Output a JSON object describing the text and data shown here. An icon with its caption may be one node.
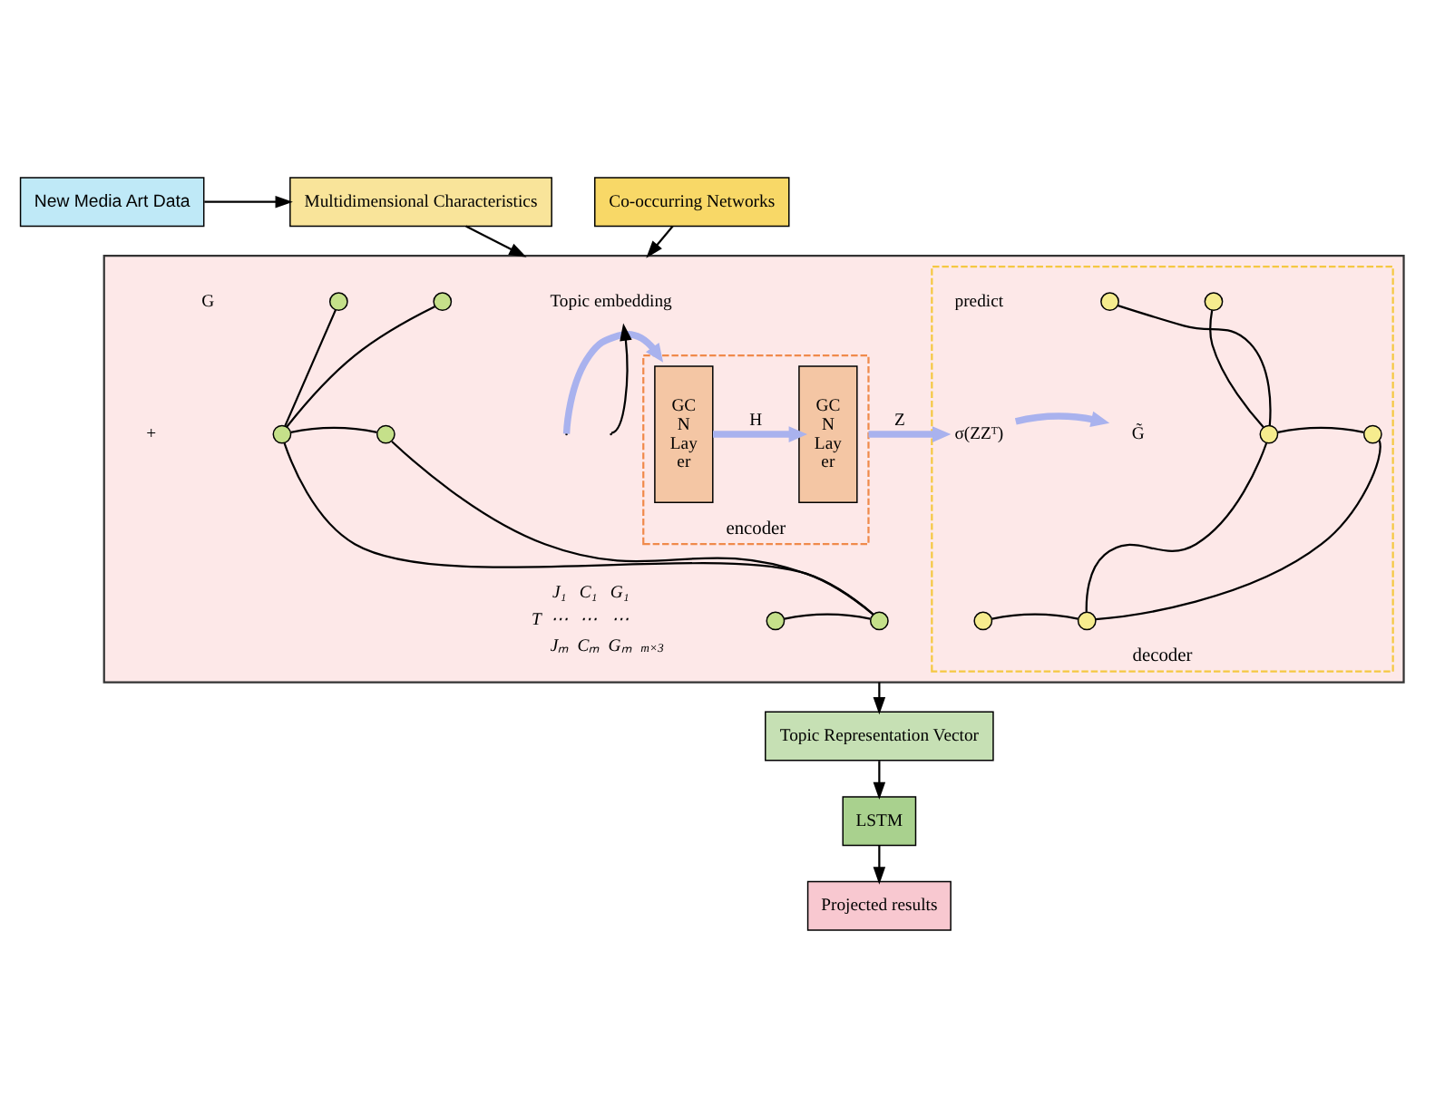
{
  "diagram": {
    "nodes": [
      {
        "text": [
          "New Media Art Data"
        ]
      },
      {
        "text": [
          "Multidimensional Characteristics"
        ]
      },
      {
        "text": [
          "Co-occurring Networks"
        ]
      },
      {
        "text": [],
        "shape": "box"
      },
      {
        "text": [],
        "shape": "circle",
        "in": 3
      },
      {
        "text": [],
        "shape": "circle",
        "in": 3
      },
      {
        "text": [],
        "shape": "circle",
        "in": 3
      },
      {
        "text": [],
        "shape": "circle",
        "in": 3
      },
      {
        "text": [],
        "shape": "circle",
        "in": 3
      },
      {
        "text": [],
        "shape": "circle",
        "in": 3
      },
      {
        "text": [
          "Topic embedding"
        ],
        "in": 3
      },
      {
        "text": [
          "encoder"
        ],
        "in": 3
      },
      {
        "text": [
          "GC N Lay er"
        ],
        "in": 11
      },
      {
        "text": [
          "GC N Lay er"
        ],
        "in": 11
      },
      {
        "text": [
          "decoder"
        ],
        "in": 3
      },
      {
        "text": [
          "σ(ZZᵀ)"
        ],
        "in": 14
      },
      {
        "text": [
          "G̃"
        ],
        "in": 14
      },
      {
        "text": [],
        "shape": "circle",
        "in": 14
      },
      {
        "text": [],
        "shape": "circle",
        "in": 14
      },
      {
        "text": [],
        "shape": "circle",
        "in": 14
      },
      {
        "text": [],
        "shape": "circle",
        "in": 14
      },
      {
        "text": [],
        "shape": "circle",
        "in": 14
      },
      {
        "text": [],
        "shape": "circle",
        "in": 14
      },
      {
        "text": [
          "Topic Representation Vector"
        ]
      },
      {
        "text": [
          "LSTM"
        ]
      },
      {
        "text": [
          "Projected results"
        ]
      }
    ],
    "edges": [
      {
        "from": 0,
        "to": 1,
        "arrow": "to"
      },
      {
        "from": 1,
        "to": 3,
        "arrow": "to"
      },
      {
        "from": 2,
        "to": 3,
        "arrow": "to"
      },
      {
        "from": 4,
        "to": 6,
        "arrow": "none"
      },
      {
        "from": 5,
        "to": 6,
        "arrow": "none"
      },
      {
        "from": 6,
        "to": 7,
        "arrow": "none"
      },
      {
        "from": 7,
        "to": 8,
        "arrow": "none"
      },
      {
        "from": 6,
        "to": 8,
        "arrow": "none"
      },
      {
        "from": 9,
        "to": 8,
        "arrow": "none"
      },
      {
        "from": null,
        "to": 11,
        "arrow": "to",
        "style": "thick",
        "color": "#a9b2ee"
      },
      {
        "from": 12,
        "to": 13,
        "arrow": "to",
        "label": "H",
        "style": "thick",
        "color": "#a9b2ee"
      },
      {
        "from": 11,
        "to": 15,
        "arrow": "to",
        "label": "Z",
        "style": "thick",
        "color": "#a9b2ee"
      },
      {
        "from": null,
        "to": 10,
        "arrow": "to"
      },
      {
        "from": 15,
        "to": 16,
        "arrow": "to",
        "style": "thick",
        "color": "#a9b2ee"
      },
      {
        "from": 17,
        "to": 19,
        "arrow": "none"
      },
      {
        "from": 18,
        "to": 19,
        "arrow": "none"
      },
      {
        "from": 19,
        "to": 20,
        "arrow": "none"
      },
      {
        "from": 20,
        "to": 21,
        "arrow": "none"
      },
      {
        "from": 19,
        "to": 21,
        "arrow": "none"
      },
      {
        "from": 22,
        "to": 21,
        "arrow": "none"
      },
      {
        "from": 3,
        "to": 23,
        "arrow": "to"
      },
      {
        "from": 23,
        "to": 24,
        "arrow": "to"
      },
      {
        "from": 24,
        "to": 25,
        "arrow": "to"
      }
    ],
    "labels": [
      "G",
      "+",
      "T",
      "J₁",
      "C₁",
      "G₁",
      "⋯",
      "⋯",
      "⋯",
      "Jₘ",
      "Cₘ",
      "Gₘ",
      "m×3",
      "predict"
    ]
  }
}
